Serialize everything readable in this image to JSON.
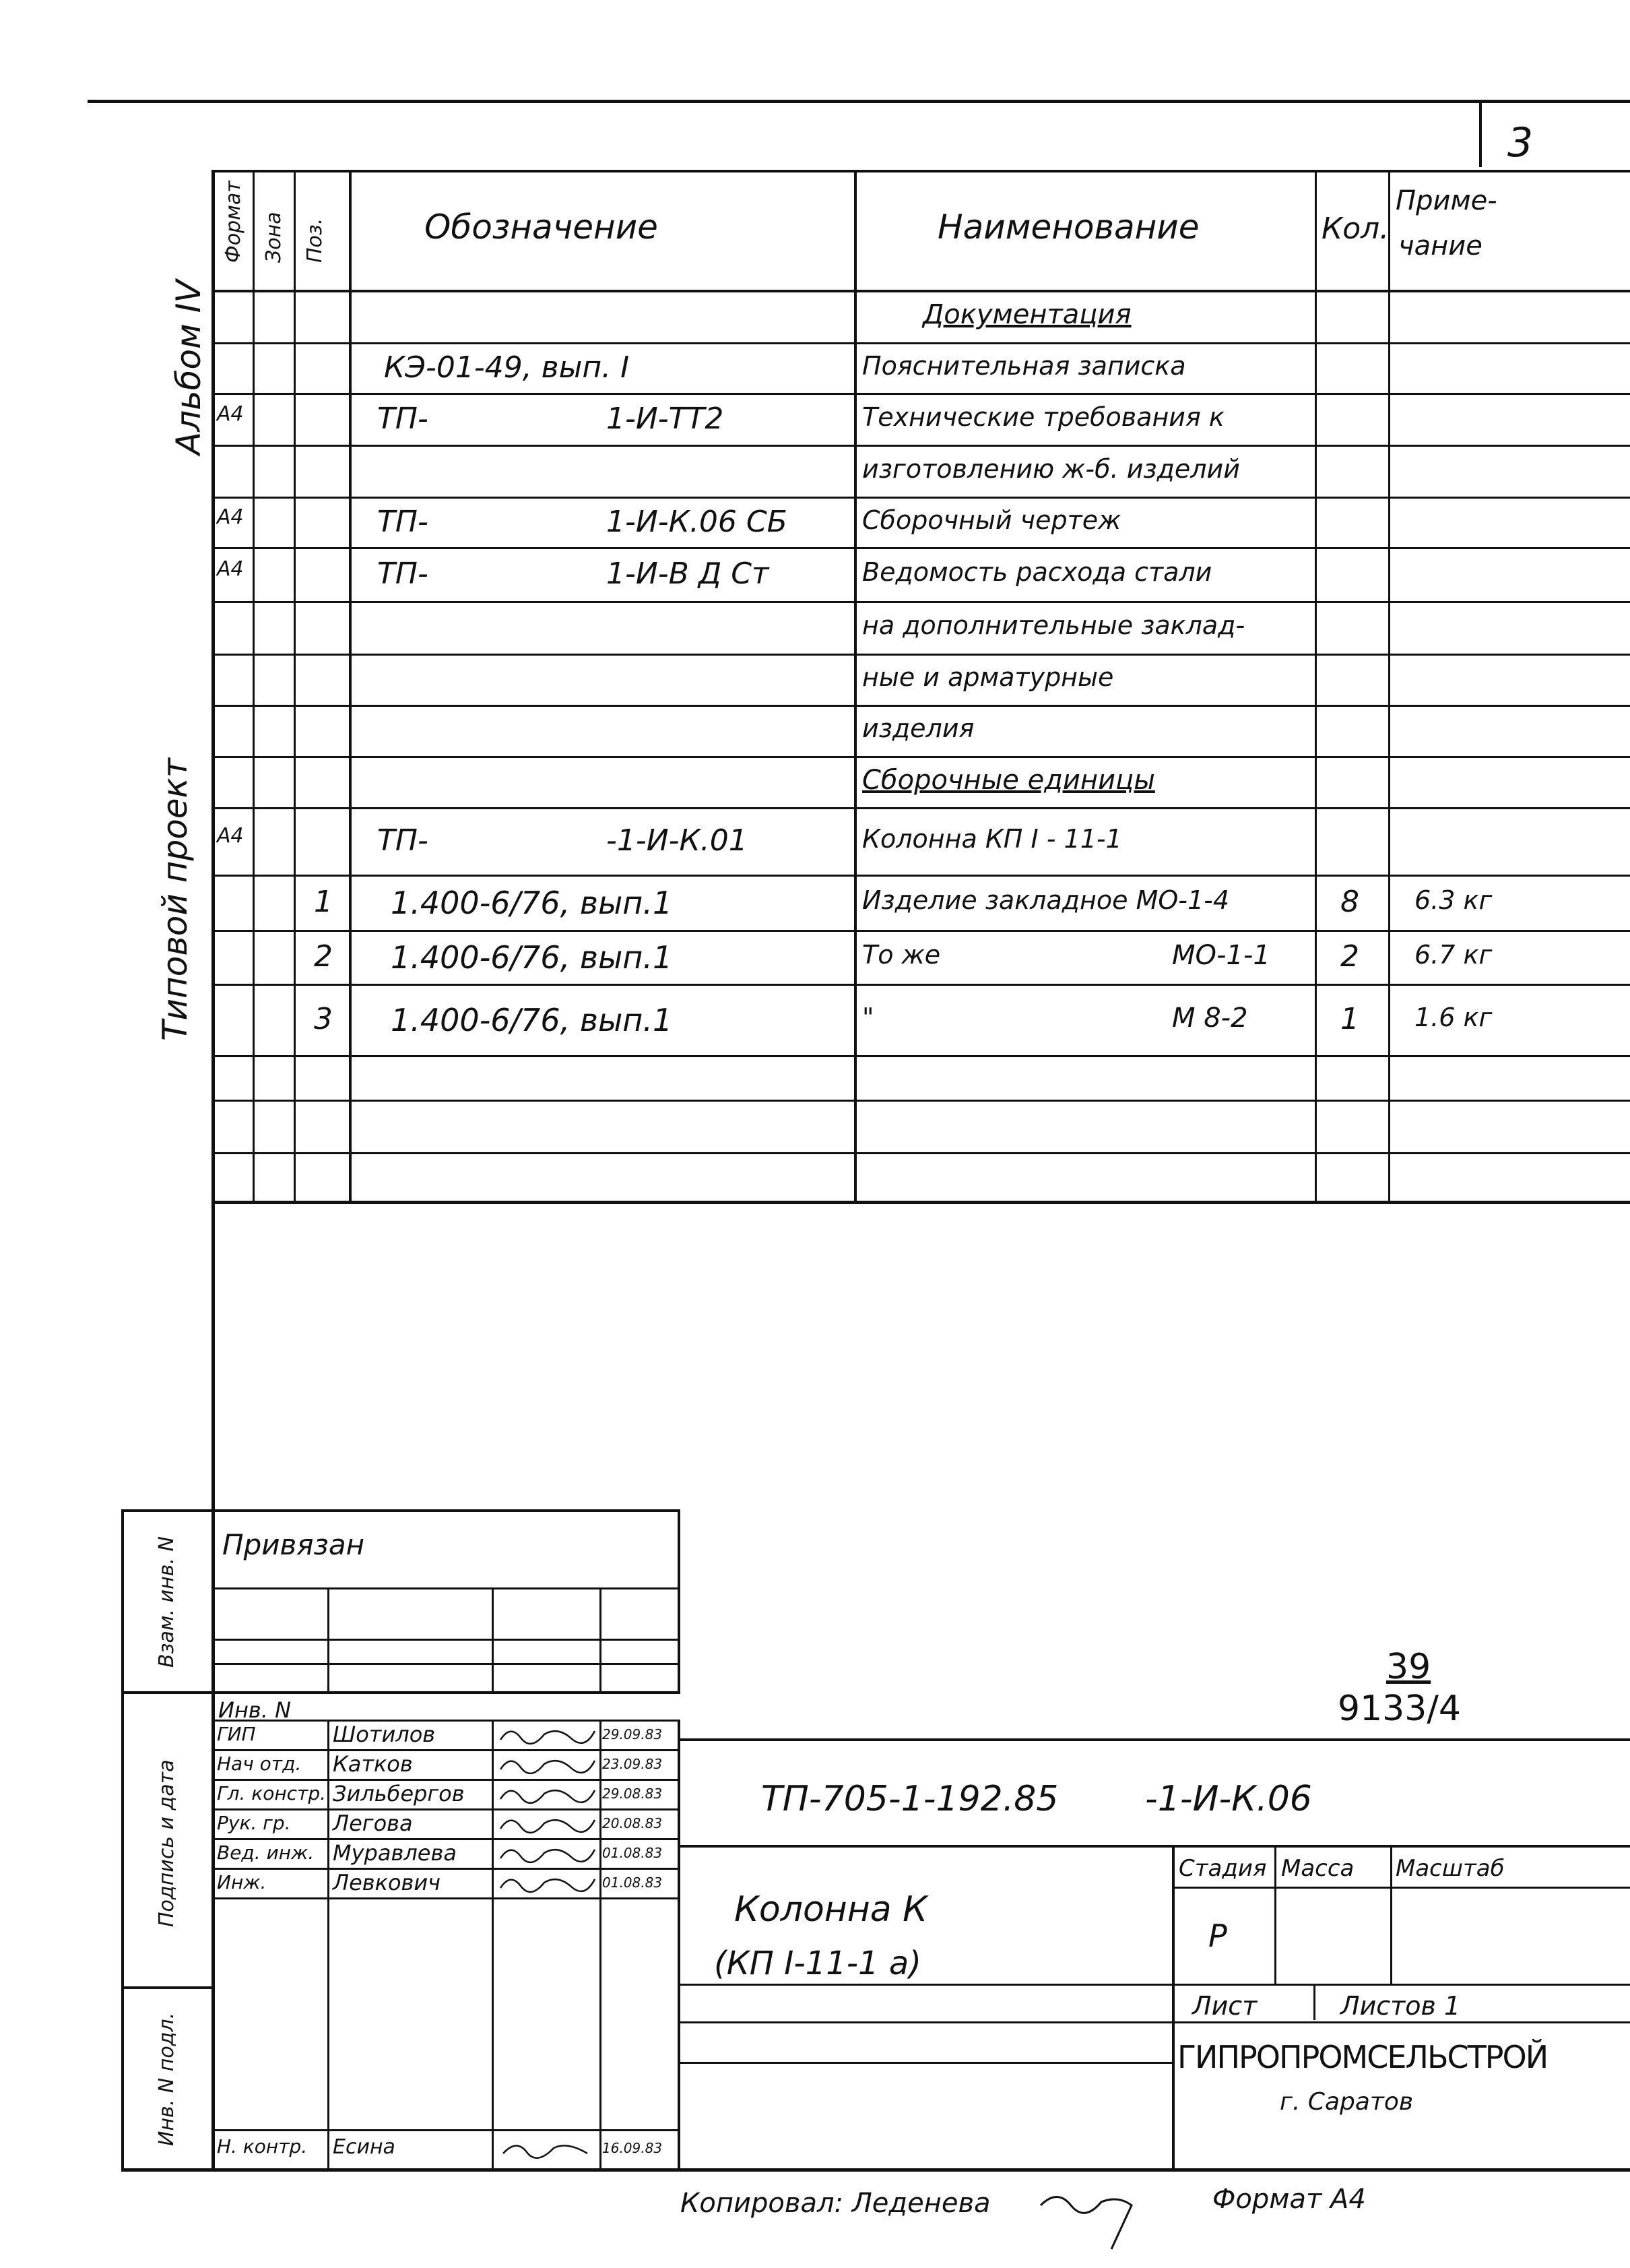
{
  "sheet_number": "3",
  "side": {
    "album": "Альбом IV",
    "project": "Типовой проект"
  },
  "header": {
    "format": "Формат",
    "zone": "Зона",
    "pos": "Поз.",
    "designation": "Обозначение",
    "name": "Наименование",
    "qty": "Кол.",
    "note_line1": "Приме-",
    "note_line2": "чание"
  },
  "rows": [
    {
      "format": "",
      "pos": "",
      "d1": "",
      "d2": "",
      "name": "Документация",
      "qty": "",
      "note": ""
    },
    {
      "format": "",
      "pos": "",
      "d1": "КЭ-01-49, вып. I",
      "d2": "",
      "name": "Пояснительная записка",
      "qty": "",
      "note": ""
    },
    {
      "format": "А4",
      "pos": "",
      "d1": "ТП-",
      "d2": "1-И-ТТ2",
      "name": "Технические требования к",
      "qty": "",
      "note": ""
    },
    {
      "format": "",
      "pos": "",
      "d1": "",
      "d2": "",
      "name": "изготовлению ж-б. изделий",
      "qty": "",
      "note": ""
    },
    {
      "format": "А4",
      "pos": "",
      "d1": "ТП-",
      "d2": "1-И-К.06 СБ",
      "name": "Сборочный чертеж",
      "qty": "",
      "note": ""
    },
    {
      "format": "А4",
      "pos": "",
      "d1": "ТП-",
      "d2": "1-И-В Д Ст",
      "name": "Ведомость расхода стали",
      "qty": "",
      "note": ""
    },
    {
      "format": "",
      "pos": "",
      "d1": "",
      "d2": "",
      "name": "на дополнительные заклад-",
      "qty": "",
      "note": ""
    },
    {
      "format": "",
      "pos": "",
      "d1": "",
      "d2": "",
      "name": "ные и арматурные",
      "qty": "",
      "note": ""
    },
    {
      "format": "",
      "pos": "",
      "d1": "",
      "d2": "",
      "name": "изделия",
      "qty": "",
      "note": ""
    },
    {
      "format": "",
      "pos": "",
      "d1": "",
      "d2": "",
      "name": "Сборочные единицы",
      "qty": "",
      "note": ""
    },
    {
      "format": "А4",
      "pos": "",
      "d1": "ТП-",
      "d2": "-1-И-К.01",
      "name": "Колонна КП I - 11-1",
      "qty": "",
      "note": ""
    },
    {
      "format": "",
      "pos": "1",
      "d1": "1.400-6/76, вып.1",
      "d2": "",
      "name": "Изделие закладное МО-1-4",
      "qty": "8",
      "note": "6.3 кг"
    },
    {
      "format": "",
      "pos": "2",
      "d1": "1.400-6/76, вып.1",
      "d2": "",
      "name": "То же",
      "name2": "МО-1-1",
      "qty": "2",
      "note": "6.7 кг"
    },
    {
      "format": "",
      "pos": "3",
      "d1": "1.400-6/76, вып.1",
      "d2": "",
      "name": "\"",
      "name2": "М 8-2",
      "qty": "1",
      "note": "1.6 кг"
    },
    {
      "format": "",
      "pos": "",
      "d1": "",
      "d2": "",
      "name": "",
      "qty": "",
      "note": ""
    },
    {
      "format": "",
      "pos": "",
      "d1": "",
      "d2": "",
      "name": "",
      "qty": "",
      "note": ""
    }
  ],
  "side_stamp": {
    "vzam": "Взам. инв. N",
    "podp": "Подпись и дата",
    "inv": "Инв. N подл."
  },
  "privyazan": "Привязан",
  "inv_n": "Инв. N",
  "signers": [
    {
      "role": "ГИП",
      "name": "Шотилов",
      "date": "29.09.83"
    },
    {
      "role": "Нач отд.",
      "name": "Катков",
      "date": "23.09.83"
    },
    {
      "role": "Гл. констр.",
      "name": "Зильбергов",
      "date": "29.08.83"
    },
    {
      "role": "Рук. гр.",
      "name": "Легова",
      "date": "20.08.83"
    },
    {
      "role": "Вед. инж.",
      "name": "Муравлева",
      "date": "01.08.83"
    },
    {
      "role": "Инж.",
      "name": "Левкович",
      "date": "01.08.83"
    }
  ],
  "nkontr": {
    "role": "Н. контр.",
    "name": "Есина",
    "date": "16.09.83"
  },
  "sheet_code": "39",
  "sheet_sub": "9133/4",
  "doc_code": "ТП-705-1-192.85",
  "doc_code2": "-1-И-К.06",
  "title_line1": "Колонна К",
  "title_line2": "(КП I-11-1 а)",
  "stadia_label": "Стадия",
  "massa_label": "Масса",
  "masshtab_label": "Масштаб",
  "stadia_value": "Р",
  "list_label": "Лист",
  "listov_label": "Листов 1",
  "org": "ГИПРОПРОМСЕЛЬСТРОЙ",
  "city": "г. Саратов",
  "copied": "Копировал: Леденева",
  "format_label": "Формат А4"
}
